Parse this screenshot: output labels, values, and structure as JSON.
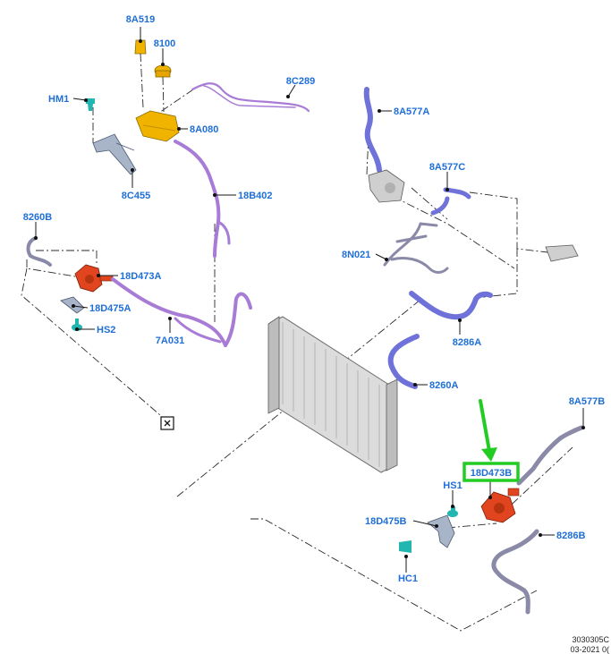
{
  "labels": {
    "c_8a519": "8A519",
    "c_8100": "8100",
    "c_8c289": "8C289",
    "c_hm1": "HM1",
    "c_8a080": "8A080",
    "c_18b402": "18B402",
    "c_8c455": "8C455",
    "c_8260b": "8260B",
    "c_18d473a": "18D473A",
    "c_18d475a": "18D475A",
    "c_hs2": "HS2",
    "c_7a031": "7A031",
    "c_8a577a": "8A577A",
    "c_8a577c": "8A577C",
    "c_8n021": "8N021",
    "c_8286a": "8286A",
    "c_8260a": "8260A",
    "c_8a577b": "8A577B",
    "c_18d473b": "18D473B",
    "c_hs1": "HS1",
    "c_18d475b": "18D475B",
    "c_8286b": "8286B",
    "c_hc1": "HC1"
  },
  "footer": {
    "code": "3030305C",
    "date": "03-2021 0("
  },
  "highlight": {
    "target": "18D473B",
    "color": "#22cc22",
    "arrow_color": "#22cc22"
  },
  "colors": {
    "label": "#1f6fd6",
    "reservoir": "#f0b400",
    "pump": "#e0451f",
    "coolant_hose_purple": "#a87cd6",
    "coolant_hose_blue": "#6f72d8",
    "sensor_teal": "#21b6b0",
    "radiator": "#c8c8c8"
  }
}
